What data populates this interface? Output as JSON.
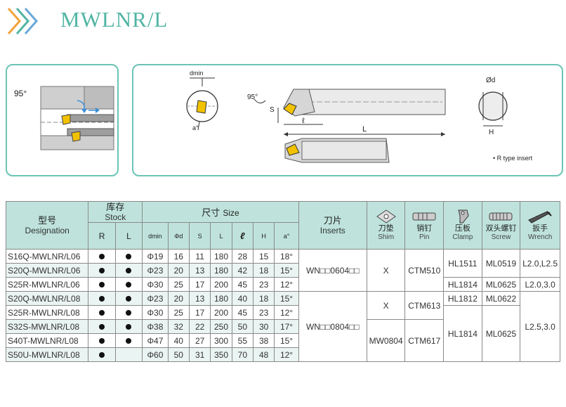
{
  "title": "MWLNR/L",
  "colors": {
    "accent": "#52b5a4",
    "header_bg": "#bfe3dc",
    "border": "#6cc4b6",
    "row_alt": "#eaf4f2"
  },
  "diagram_left": {
    "angle_label": "95°"
  },
  "diagram_right": {
    "dmin_label": "dmin",
    "a_label": "a°",
    "angle_label": "95°",
    "s_label": "S",
    "l_small_label": "ℓ",
    "L_label": "L",
    "od_label": "Ød",
    "h_label": "H",
    "note": "• R type insert"
  },
  "table": {
    "headers": {
      "designation_cn": "型号",
      "designation_en": "Designation",
      "stock_cn": "库存",
      "stock_en": "Stock",
      "r": "R",
      "l": "L",
      "size_cn": "尺寸",
      "size_en": "Size",
      "dmin": "dmin",
      "phid": "Φd",
      "s": "S",
      "L": "L",
      "ell": "ℓ",
      "H": "H",
      "a": "a°",
      "inserts_cn": "刀片",
      "inserts_en": "Inserts",
      "shim_cn": "刀垫",
      "shim_en": "Shim",
      "pin_cn": "销钉",
      "pin_en": "Pin",
      "clamp_cn": "压板",
      "clamp_en": "Clamp",
      "screw_cn": "双头螺钉",
      "screw_en": "Screw",
      "wrench_cn": "扳手",
      "wrench_en": "Wrench"
    },
    "rows": [
      {
        "designation": "S16Q-MWLNR/L06",
        "dmin": "Φ19",
        "phid": "16",
        "s": "11",
        "L": "180",
        "ell": "28",
        "H": "15",
        "a": "18°"
      },
      {
        "designation": "S20Q-MWLNR/L06",
        "dmin": "Φ23",
        "phid": "20",
        "s": "13",
        "L": "180",
        "ell": "42",
        "H": "18",
        "a": "15°"
      },
      {
        "designation": "S25R-MWLNR/L06",
        "dmin": "Φ30",
        "phid": "25",
        "s": "17",
        "L": "200",
        "ell": "45",
        "H": "23",
        "a": "12°"
      },
      {
        "designation": "S20Q-MWLNR/L08",
        "dmin": "Φ23",
        "phid": "20",
        "s": "13",
        "L": "180",
        "ell": "40",
        "H": "18",
        "a": "15°"
      },
      {
        "designation": "S25R-MWLNR/L08",
        "dmin": "Φ30",
        "phid": "25",
        "s": "17",
        "L": "200",
        "ell": "45",
        "H": "23",
        "a": "12°"
      },
      {
        "designation": "S32S-MWLNR/L08",
        "dmin": "Φ38",
        "phid": "32",
        "s": "22",
        "L": "250",
        "ell": "50",
        "H": "30",
        "a": "17°"
      },
      {
        "designation": "S40T-MWLNR/L08",
        "dmin": "Φ47",
        "phid": "40",
        "s": "27",
        "L": "300",
        "ell": "55",
        "H": "38",
        "a": "15°"
      },
      {
        "designation": "S50U-MWLNR/L08",
        "dmin": "Φ60",
        "phid": "50",
        "s": "31",
        "L": "350",
        "ell": "70",
        "H": "48",
        "a": "12°"
      }
    ],
    "stock_marks": [
      {
        "r": true,
        "l": true
      },
      {
        "r": true,
        "l": true
      },
      {
        "r": true,
        "l": true
      },
      {
        "r": true,
        "l": true
      },
      {
        "r": true,
        "l": true
      },
      {
        "r": true,
        "l": true
      },
      {
        "r": true,
        "l": true
      },
      {
        "r": true,
        "l": false
      }
    ],
    "merged": {
      "insert_06": "WN□□0604□□",
      "insert_08": "WN□□0804□□",
      "shim_a": "X",
      "shim_b": "X",
      "shim_c": "MW0804",
      "pin_a": "CTM510",
      "pin_b": "CTM613",
      "pin_c": "CTM617",
      "clamp_a": "HL1511",
      "clamp_b": "HL1814",
      "clamp_c": "HL1812",
      "clamp_d": "HL1814",
      "screw_a": "ML0519",
      "screw_b": "ML0625",
      "screw_c": "ML0622",
      "screw_d": "ML0625",
      "wrench_a": "L2.0,L2.5",
      "wrench_b": "L2.0,3.0",
      "wrench_c": "L2.5,3.0"
    }
  }
}
